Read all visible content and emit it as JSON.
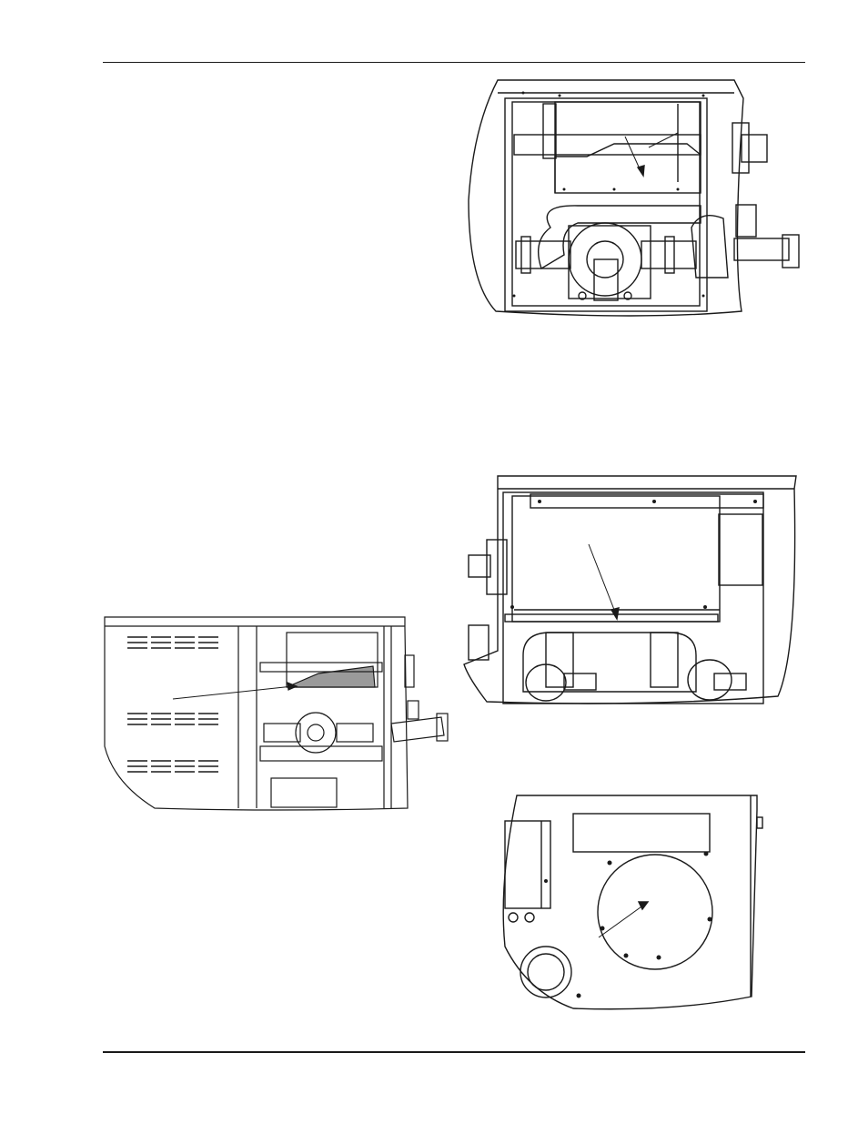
{
  "page": {
    "header_rule": "",
    "footer_rule": ""
  },
  "figures": [
    {
      "id": "figure-top-right",
      "kind": "line-drawing",
      "arrows": 1
    },
    {
      "id": "figure-left",
      "kind": "line-drawing",
      "arrows": 1
    },
    {
      "id": "figure-mid-right",
      "kind": "line-drawing",
      "arrows": 1
    },
    {
      "id": "figure-bottom-right",
      "kind": "line-drawing",
      "arrows": 1
    }
  ],
  "colors": {
    "ink": "#1a1a1a",
    "paper": "#ffffff",
    "shade": "#9a9a9a"
  }
}
